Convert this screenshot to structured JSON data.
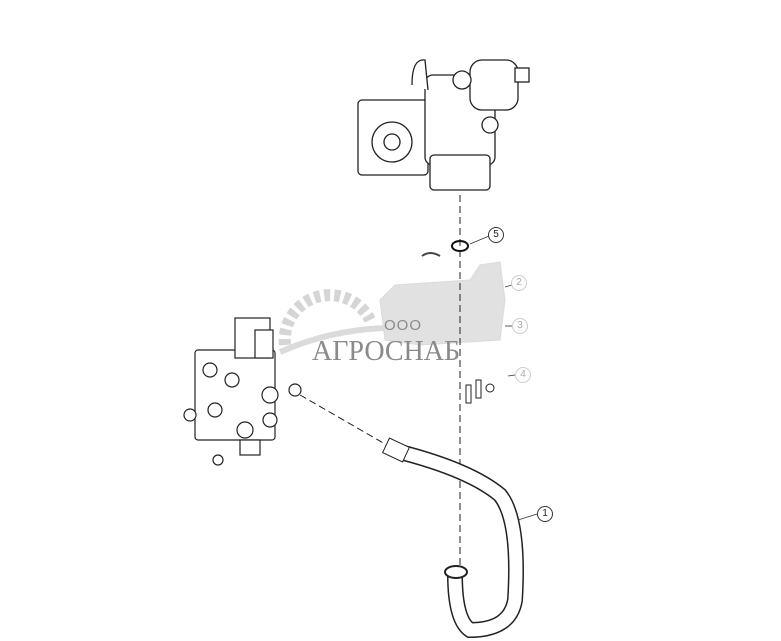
{
  "diagram": {
    "callouts": [
      {
        "label": "1"
      },
      {
        "label": "2"
      },
      {
        "label": "3"
      },
      {
        "label": "4"
      },
      {
        "label": "5"
      }
    ]
  },
  "watermark": {
    "prefix": "ООО",
    "name": "АГРОСНАБ",
    "color": "#8a8a8a"
  }
}
